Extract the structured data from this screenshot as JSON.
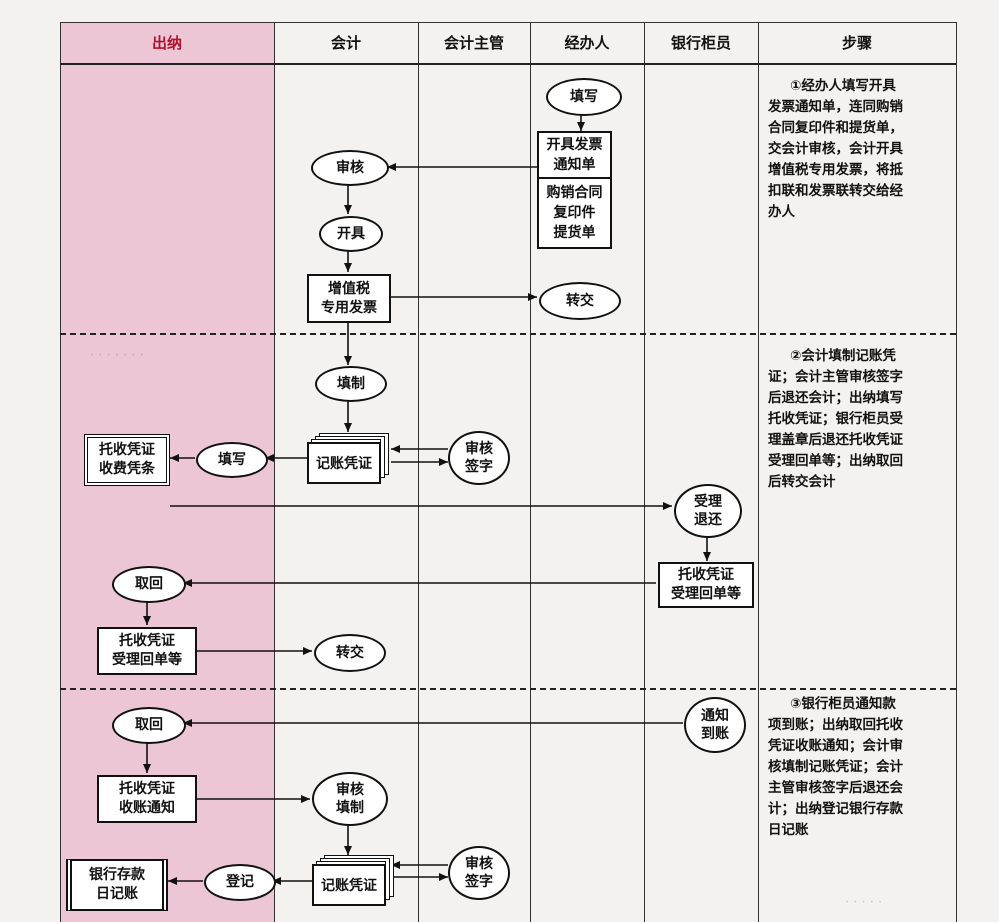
{
  "headers": [
    "出纳",
    "会计",
    "会计主管",
    "经办人",
    "银行柜员",
    "步骤"
  ],
  "nodes": {
    "tianxie1": "填写",
    "invoice_notice_a": "开具发票",
    "invoice_notice_b": "通知单",
    "contract_a": "购销合同",
    "contract_b": "复印件",
    "contract_c": "提货单",
    "shenhe1": "审核",
    "kaiju": "开具",
    "vat_a": "增值税",
    "vat_b": "专用发票",
    "zhuanjiao1": "转交",
    "tianzhi": "填制",
    "jizhang1": "记账凭证",
    "shenhe_qianzi1_a": "审核",
    "shenhe_qianzi1_b": "签字",
    "tianxie2": "填写",
    "tuoshou_a": "托收凭证",
    "tuoshou_b": "收费凭条",
    "shouli_a": "受理",
    "shouli_b": "退还",
    "huidan_bank_a": "托收凭证",
    "huidan_bank_b": "受理回单等",
    "quhui1": "取回",
    "huidan_cash_a": "托收凭证",
    "huidan_cash_b": "受理回单等",
    "zhuanjiao2": "转交",
    "tongzhi_a": "通知",
    "tongzhi_b": "到账",
    "quhui2": "取回",
    "shouzhang_a": "托收凭证",
    "shouzhang_b": "收账通知",
    "shenhe_tianzhi_a": "审核",
    "shenhe_tianzhi_b": "填制",
    "jizhang2": "记账凭证",
    "shenhe_qianzi2_a": "审核",
    "shenhe_qianzi2_b": "签字",
    "dengji": "登记",
    "rijizhang_a": "银行存款",
    "rijizhang_b": "日记账"
  },
  "steps": {
    "step1": [
      "①经办人填写开具",
      "发票通知单，连同购销",
      "合同复印件和提货单，",
      "交会计审核，会计开具",
      "增值税专用发票，将抵",
      "扣联和发票联转交给经",
      "办人"
    ],
    "step2": [
      "②会计填制记账凭",
      "证；会计主管审核签字",
      "后退还会计；出纳填写",
      "托收凭证；银行柜员受",
      "理盖章后退还托收凭证",
      "受理回单等；出纳取回",
      "后转交会计"
    ],
    "step3": [
      "③银行柜员通知款",
      "项到账；出纳取回托收",
      "凭证收账通知；会计审",
      "核填制记账凭证；会计",
      "主管审核签字后退还会",
      "计；出纳登记银行存款",
      "日记账"
    ]
  },
  "colors": {
    "pink_column": "#ecc6d5",
    "header_red": "#b3122e",
    "line": "#111111"
  }
}
